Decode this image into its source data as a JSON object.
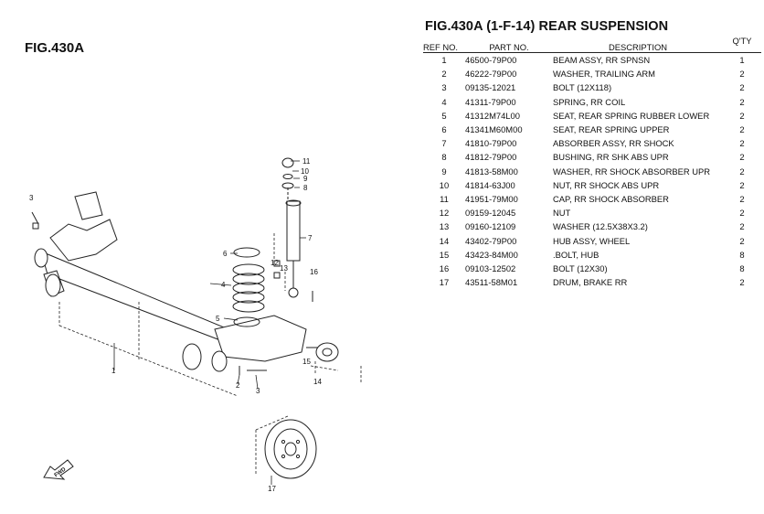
{
  "figure_label": "FIG.430A",
  "title": "FIG.430A (1-F-14) REAR SUSPENSION",
  "table": {
    "headers": {
      "ref": "REF NO.",
      "part": "PART NO.",
      "desc": "DESCRIPTION",
      "qty": "Q'TY"
    },
    "rows": [
      {
        "ref": "1",
        "part": "46500-79P00",
        "desc": "BEAM ASSY, RR SPNSN",
        "qty": "1"
      },
      {
        "ref": "2",
        "part": "46222-79P00",
        "desc": "WASHER, TRAILING ARM",
        "qty": "2"
      },
      {
        "ref": "3",
        "part": "09135-12021",
        "desc": "BOLT (12X118)",
        "qty": "2"
      },
      {
        "ref": "4",
        "part": "41311-79P00",
        "desc": "SPRING, RR COIL",
        "qty": "2"
      },
      {
        "ref": "5",
        "part": "41312M74L00",
        "desc": "SEAT, REAR SPRING RUBBER LOWER",
        "qty": "2"
      },
      {
        "ref": "6",
        "part": "41341M60M00",
        "desc": "SEAT, REAR SPRING UPPER",
        "qty": "2"
      },
      {
        "ref": "7",
        "part": "41810-79P00",
        "desc": "ABSORBER ASSY, RR SHOCK",
        "qty": "2"
      },
      {
        "ref": "8",
        "part": "41812-79P00",
        "desc": "BUSHING, RR SHK ABS UPR",
        "qty": "2"
      },
      {
        "ref": "9",
        "part": "41813-58M00",
        "desc": "WASHER, RR SHOCK ABSORBER UPR",
        "qty": "2"
      },
      {
        "ref": "10",
        "part": "41814-63J00",
        "desc": "NUT, RR SHOCK ABS UPR",
        "qty": "2"
      },
      {
        "ref": "11",
        "part": "41951-79M00",
        "desc": "CAP, RR SHOCK ABSORBER",
        "qty": "2"
      },
      {
        "ref": "12",
        "part": "09159-12045",
        "desc": "NUT",
        "qty": "2"
      },
      {
        "ref": "13",
        "part": "09160-12109",
        "desc": "WASHER (12.5X38X3.2)",
        "qty": "2"
      },
      {
        "ref": "14",
        "part": "43402-79P00",
        "desc": "HUB ASSY, WHEEL",
        "qty": "2"
      },
      {
        "ref": "15",
        "part": "43423-84M00",
        "desc": ".BOLT, HUB",
        "qty": "8"
      },
      {
        "ref": "16",
        "part": "09103-12502",
        "desc": "BOLT (12X30)",
        "qty": "8"
      },
      {
        "ref": "17",
        "part": "43511-58M01",
        "desc": "DRUM, BRAKE RR",
        "qty": "2"
      }
    ]
  },
  "diagram": {
    "callouts": [
      "1",
      "2",
      "3",
      "3",
      "4",
      "5",
      "6",
      "7",
      "8",
      "9",
      "10",
      "11",
      "12",
      "13",
      "14",
      "15",
      "16",
      "17"
    ],
    "fwd_label": "FWD"
  }
}
